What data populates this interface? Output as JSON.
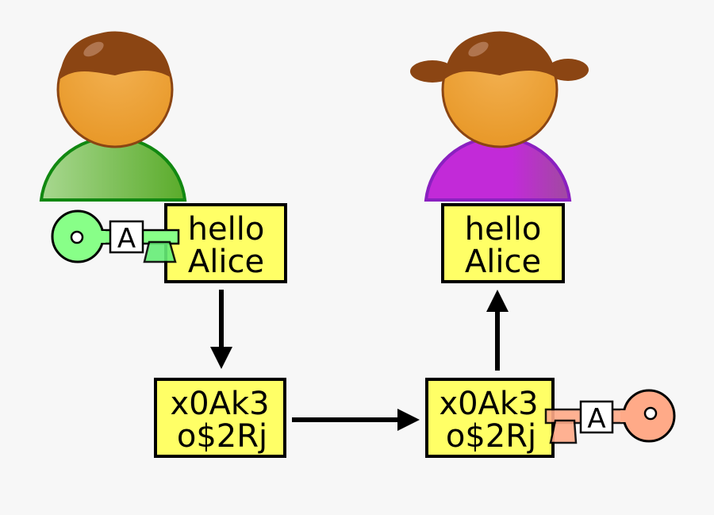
{
  "people": {
    "sender": {
      "icon": "person-boy-icon",
      "shirt_colors": [
        "#a8d890",
        "#5aab2a"
      ],
      "outline": "#118811"
    },
    "receiver": {
      "icon": "person-girl-icon",
      "shirt_colors": [
        "#c22ad8",
        "#a04aa0"
      ],
      "outline": "#8a20c0"
    }
  },
  "plaintext_sender": {
    "line1": "hello",
    "line2": "Alice"
  },
  "ciphertext_sent": {
    "line1": "x0Ak3",
    "line2": "o$2Rj"
  },
  "ciphertext_received": {
    "line1": "x0Ak3",
    "line2": "o$2Rj"
  },
  "plaintext_receiver": {
    "line1": "hello",
    "line2": "Alice"
  },
  "keys": {
    "encrypt": {
      "label": "A",
      "color": "#88ff88",
      "icon": "key-icon"
    },
    "decrypt": {
      "label": "A",
      "color": "#ffaa88",
      "icon": "key-icon"
    }
  },
  "colors": {
    "box_fill": "#ffff66",
    "skin": "#e9a030",
    "hair": "#8b4513"
  }
}
